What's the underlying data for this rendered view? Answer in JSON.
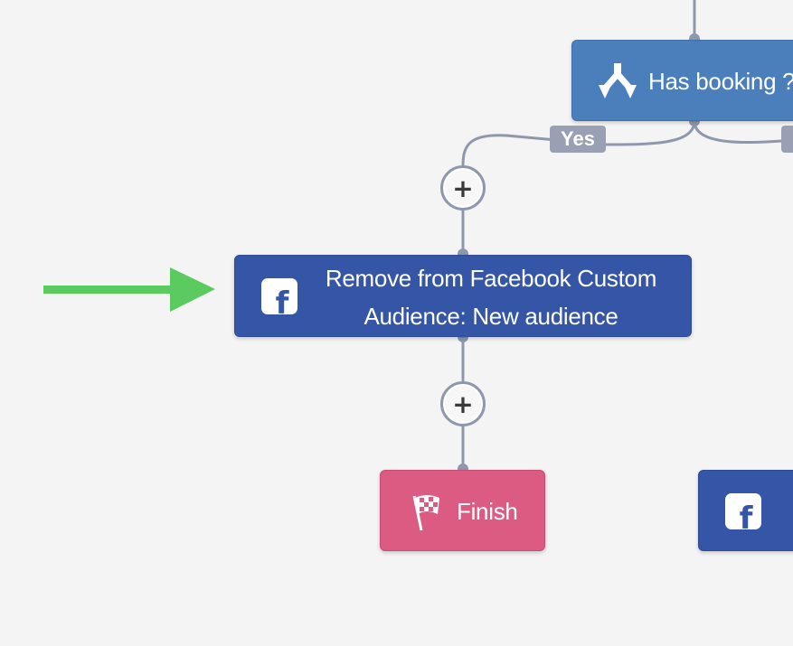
{
  "canvas": {
    "background": "#f4f4f4",
    "connector_color": "#8f97ad",
    "arrow_color": "#5ccb5f"
  },
  "nodes": {
    "condition": {
      "label": "Has booking ?",
      "icon": "split-branch-icon",
      "color": "#4a7fbc"
    },
    "action": {
      "label": "Remove from Facebook Custom Audience: New audience",
      "icon": "facebook-icon",
      "icon_glyph": "f",
      "color": "#3555a6"
    },
    "finish": {
      "label": "Finish",
      "icon": "checkered-flag-icon",
      "color": "#dc5b82"
    },
    "action_2": {
      "icon": "facebook-icon",
      "icon_glyph": "f",
      "color": "#3555a6"
    }
  },
  "branches": {
    "yes": "Yes"
  },
  "add_step": {
    "glyph": "+"
  },
  "annotation": {
    "icon": "arrow-right-icon"
  }
}
